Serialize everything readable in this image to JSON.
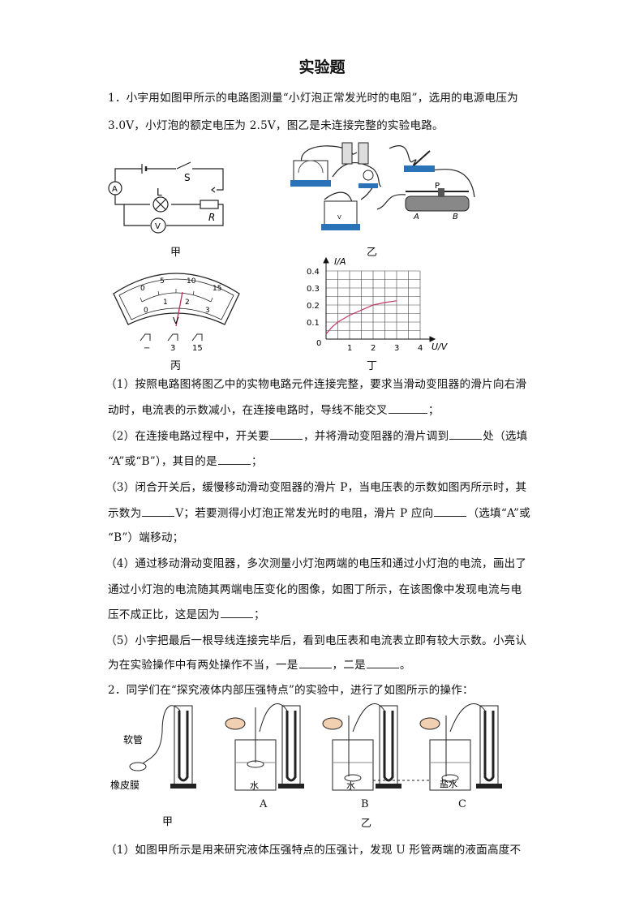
{
  "title": "实验题",
  "q1": {
    "line1": "1．小宇用如图甲所示的电路图测量“小灯泡正常发光时的电阻”，选用的电源电压为",
    "line2": "3.0V，小灯泡的额定电压为 2.5V，图乙是未连接完整的实验电路。",
    "fig_labels": {
      "jia": "甲",
      "yi": "乙",
      "bing": "丙",
      "ding": "丁"
    },
    "circuit": {
      "ammeter": "A",
      "switch": "S",
      "lamp": "L",
      "voltmeter": "V",
      "resistor": "R"
    },
    "real_circuit": {
      "p": "P",
      "a": "A",
      "b": "B"
    },
    "meter": {
      "scale_top": [
        "0",
        "5",
        "10",
        "15"
      ],
      "scale_bottom": [
        "0",
        "1",
        "2",
        "3"
      ],
      "unit": "V",
      "terminals": [
        "−",
        "3",
        "15"
      ]
    },
    "graph": {
      "ylabel": "I/A",
      "xlabel": "U/V",
      "yticks": [
        "0.4",
        "0.3",
        "0.2",
        "0.1",
        "0"
      ],
      "xticks": [
        "1",
        "2",
        "3",
        "4"
      ]
    },
    "p1": {
      "a": "（1）按照电路图将图乙中的实物电路元件连接完整，要求当滑动变阻器的滑片向右滑",
      "b": "动时，电流表的示数减小，在连接电路时，导线不能交叉",
      "c": "；"
    },
    "p2": {
      "a": "（2）在连接电路过程中，开关要",
      "b": "，并将滑动变阻器的滑片调到",
      "c": "处（选填",
      "d": "“A”或“B”），其目的是",
      "e": "；"
    },
    "p3": {
      "a": "（3）闭合开关后，缓慢移动滑动变阻器的滑片 P，当电压表的示数如图丙所示时，其",
      "b": "示数为",
      "c": "V；若要测得小灯泡正常发光时的电阻，滑片 P 应向",
      "d": "（选填“A”或",
      "e": "“B”）端移动；"
    },
    "p4": {
      "a": "（4）通过移动滑动变阻器，多次测量小灯泡两端的电压和通过小灯泡的电流，画出了",
      "b": "通过小灯泡的电流随其两端电压变化的图像，如图丁所示，在该图像中发现电流与电",
      "c": "压不成正比，这是因为",
      "d": "；"
    },
    "p5": {
      "a": "（5）小宇把最后一根导线连接完毕后，看到电压表和电流表立即有较大示数。小亮认",
      "b": "为在实验操作中有两处操作不当，一是",
      "c": "，二是",
      "d": "。"
    }
  },
  "chart_data": {
    "type": "line",
    "xlabel": "U/V",
    "ylabel": "I/A",
    "xlim": [
      0,
      4
    ],
    "ylim": [
      0,
      0.4
    ],
    "x": [
      0,
      0.25,
      0.5,
      1.0,
      1.5,
      2.0,
      2.5,
      3.0
    ],
    "y": [
      0.03,
      0.07,
      0.1,
      0.14,
      0.17,
      0.2,
      0.215,
      0.225
    ],
    "grid": true
  },
  "q2": {
    "line1": "2．同学们在“探究液体内部压强特点”的实验中，进行了如图所示的操作：",
    "labels": {
      "tube": "软管",
      "membrane": "橡皮膜",
      "water_a": "水",
      "water_b": "水",
      "salt": "盐水"
    },
    "captions": {
      "a": "A",
      "b": "B",
      "c": "C",
      "jia": "甲",
      "yi": "乙"
    },
    "p1": "（1）如图甲所示是用来研究液体压强特点的压强计，发现 U 形管两端的液面高度不"
  }
}
